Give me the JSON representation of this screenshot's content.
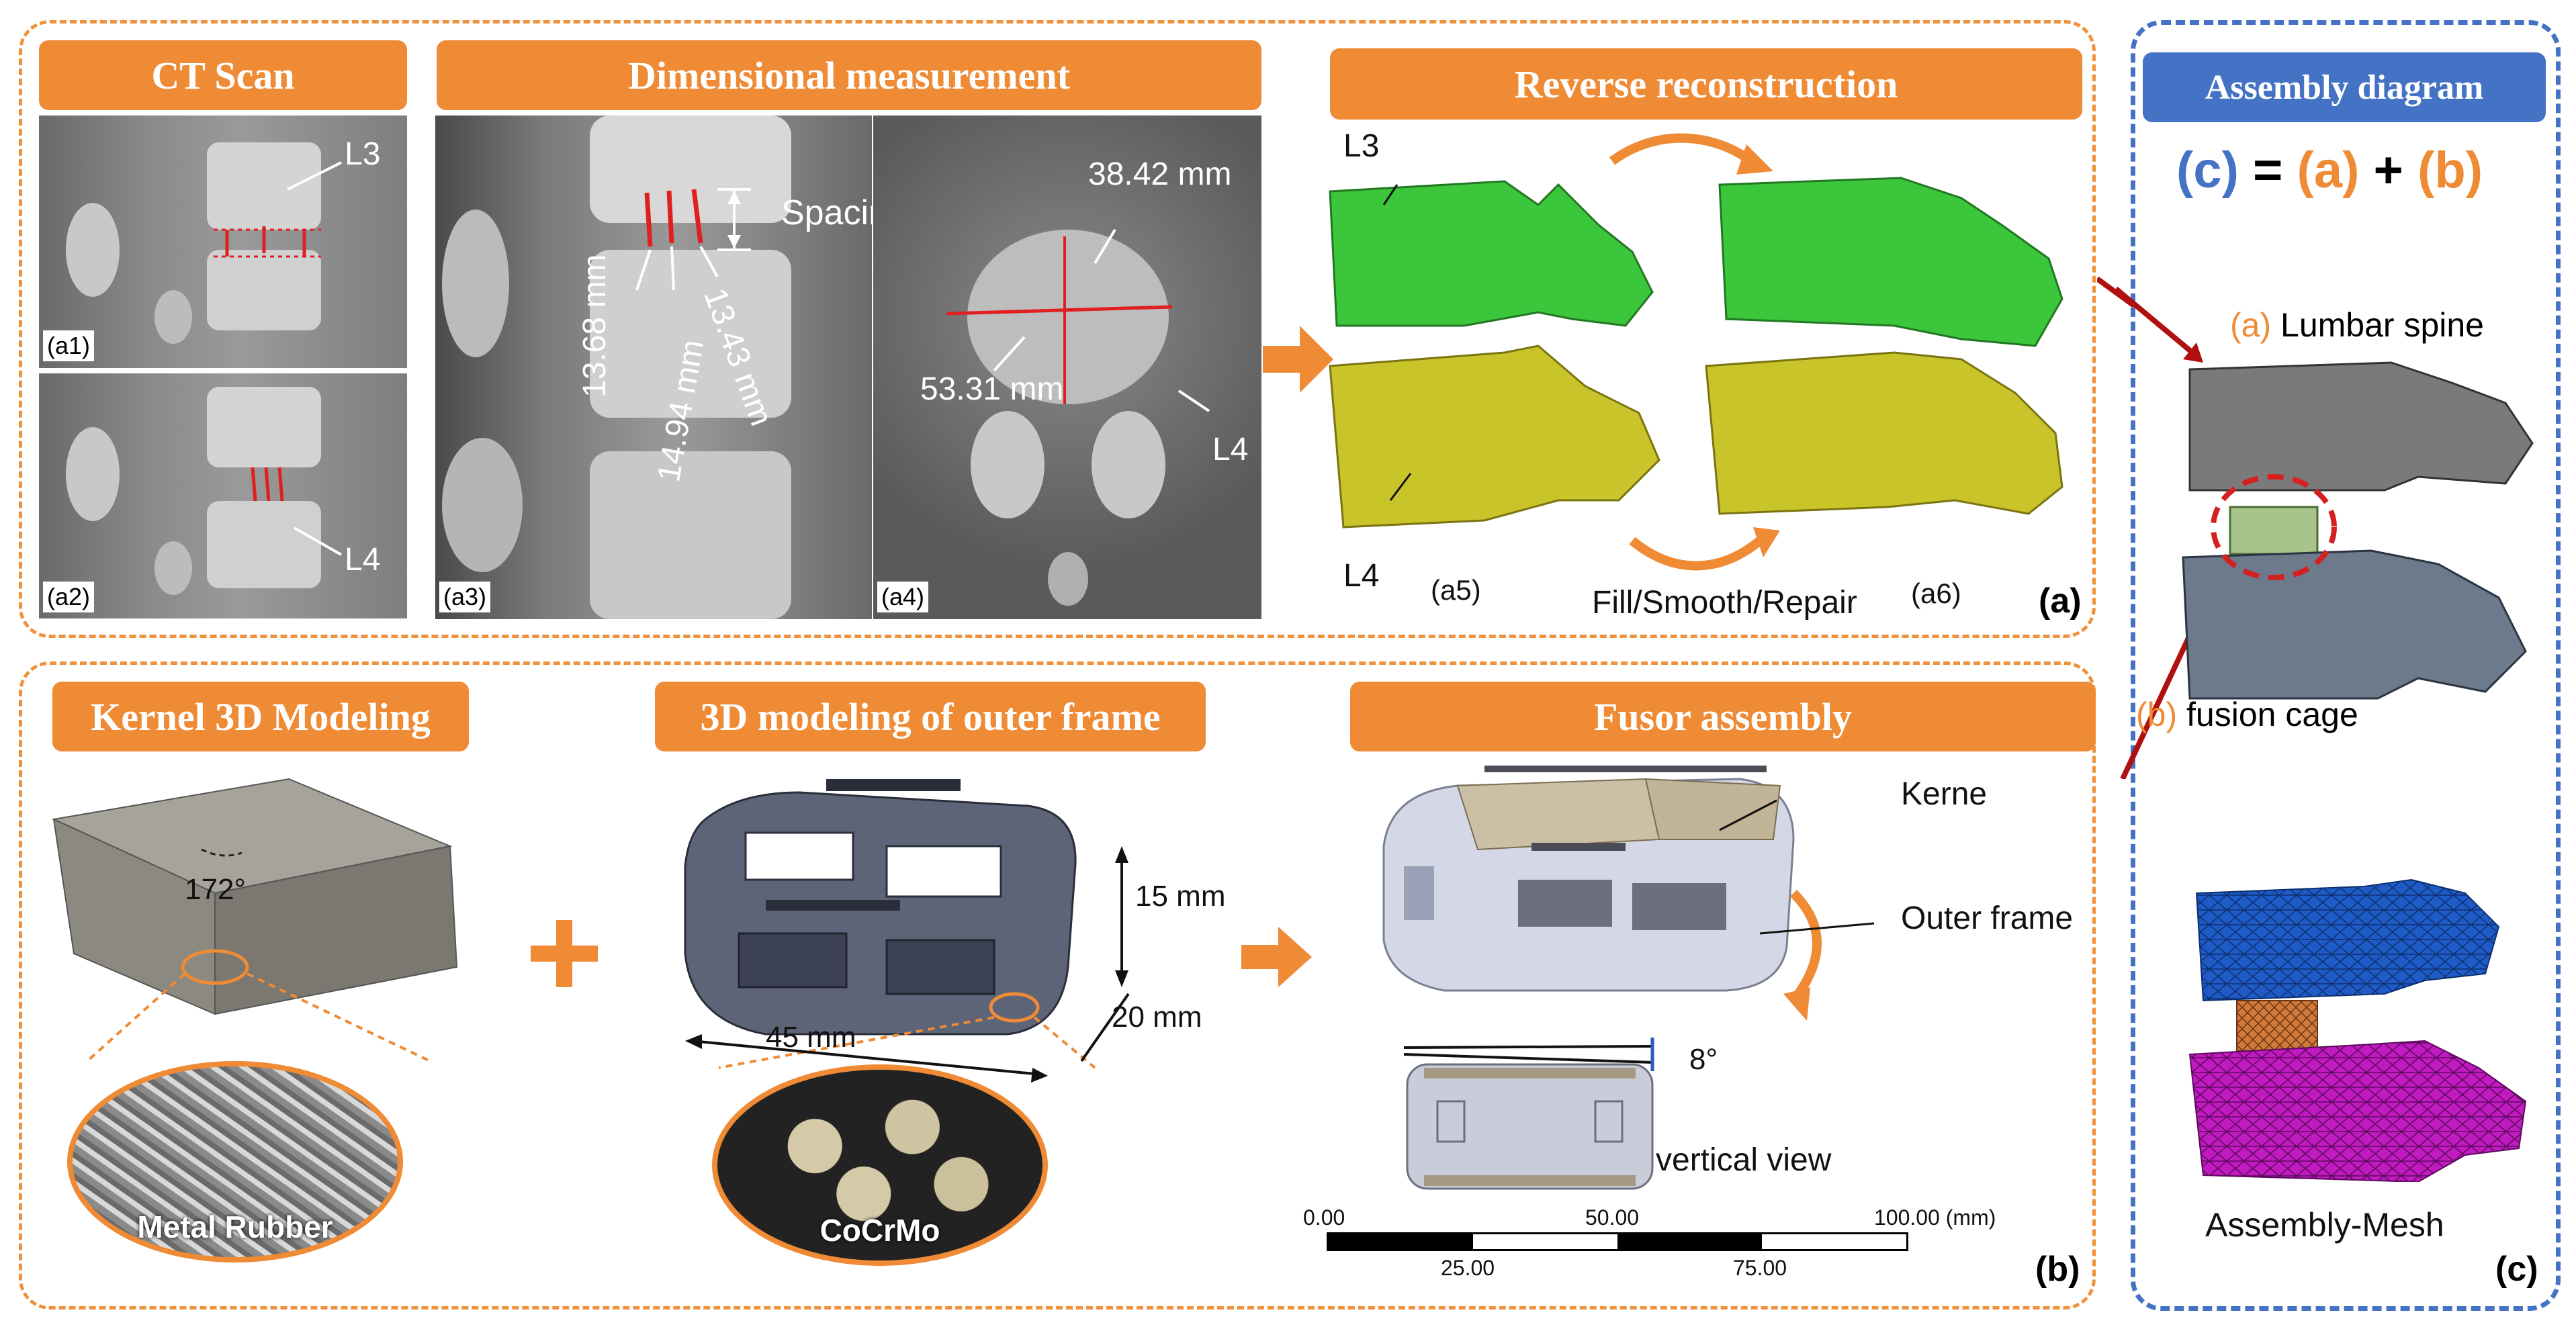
{
  "panel_a": {
    "ct": {
      "title": "CT Scan",
      "l3": "L3",
      "l4": "L4",
      "a1": "(a1)",
      "a2": "(a2)"
    },
    "dim": {
      "title": "Dimensional measurement",
      "spacing": "Spacing",
      "m1": "13.68 mm",
      "m2": "14.94 mm",
      "m3": "13.43 mm",
      "m4": "38.42 mm",
      "m5": "53.31 mm",
      "l4": "L4",
      "a3": "(a3)",
      "a4": "(a4)"
    },
    "recon": {
      "title": "Reverse reconstruction",
      "l3": "L3",
      "l4": "L4",
      "a5": "(a5)",
      "a6": "(a6)",
      "process": "Fill/Smooth/Repair"
    },
    "tag": "(a)"
  },
  "panel_b": {
    "kernel": {
      "title": "Kernel 3D Modeling",
      "angle": "172°",
      "material": "Metal Rubber"
    },
    "frame": {
      "title": "3D modeling of outer frame",
      "h": "15 mm",
      "w": "20 mm",
      "l": "45 mm",
      "material": "CoCrMo"
    },
    "fusor": {
      "title": "Fusor assembly",
      "kerne": "Kerne",
      "outer": "Outer frame",
      "angle": "8°",
      "view": "vertical view",
      "scale": {
        "t0": "0.00",
        "t50": "50.00",
        "t100": "100.00 (mm)",
        "t25": "25.00",
        "t75": "75.00"
      }
    },
    "tag": "(b)"
  },
  "panel_c": {
    "title": "Assembly diagram",
    "eq": {
      "c": "(c)",
      "eq": "=",
      "a": "(a)",
      "plus": "+",
      "b": "(b)"
    },
    "a_label": "(a)",
    "a_text": "Lumbar spine",
    "b_label": "(b)",
    "b_text": "fusion cage",
    "mesh": "Assembly-Mesh",
    "tag": "(c)"
  },
  "colors": {
    "orange": "#ef8a35",
    "blue": "#4472c4",
    "green": "#3cc63c",
    "yellow": "#c9c42a",
    "red": "#d42020"
  }
}
